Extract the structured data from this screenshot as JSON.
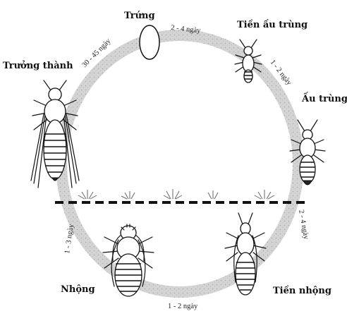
{
  "stages": {
    "egg": "Trứng",
    "first_instar": "Tiền ấu trùng",
    "larva": "Ấu trùng",
    "prepupa": "Tiền nhộng",
    "pupa": "Nhộng",
    "adult": "Trưởng thành"
  },
  "durations": {
    "egg_to_first_instar": "2 - 4 ngày",
    "first_instar_to_larva": "1 - 2 ngày",
    "larva_to_prepupa": "2 - 4 ngày",
    "prepupa_to_pupa": "1 - 2 ngày",
    "pupa_to_adult": "1 - 3 ngày",
    "adult_to_egg": "30 - 45 ngày"
  },
  "colors": {
    "ring": "#c9c9c9",
    "ink": "#111111",
    "background": "#ffffff"
  }
}
